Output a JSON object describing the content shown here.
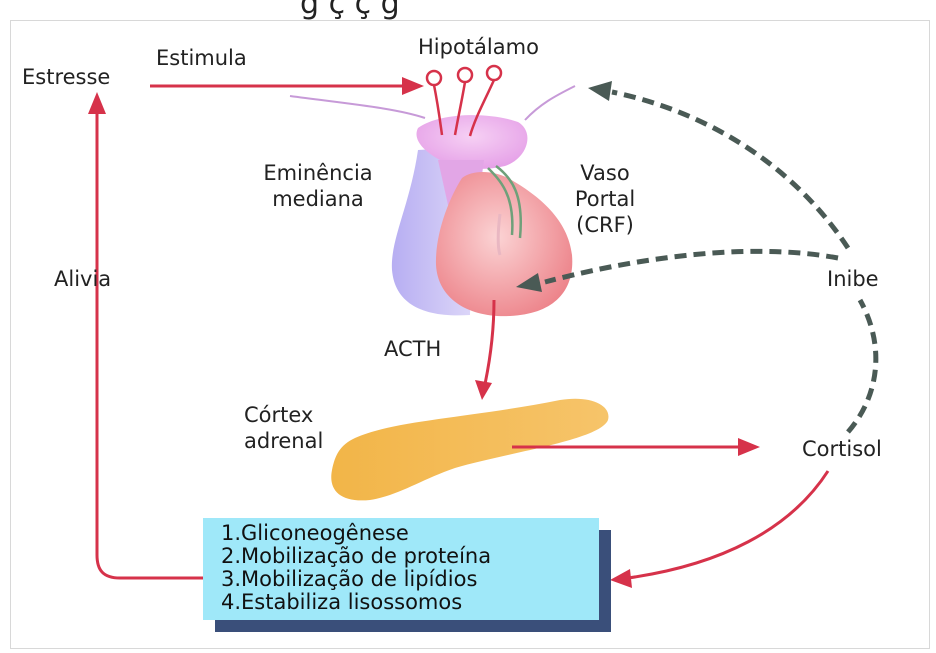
{
  "caption_partial": "g                                    ç                       ç          g",
  "labels": {
    "estresse": "Estresse",
    "estimula": "Estimula",
    "hipotalamo": "Hipotálamo",
    "eminencia_line1": "Eminência",
    "eminencia_line2": "mediana",
    "vaso_line1": "Vaso",
    "vaso_line2": "Portal",
    "vaso_line3": "(CRF)",
    "alivia": "Alivia",
    "inibe": "Inibe",
    "acth": "ACTH",
    "cortex_line1": "Córtex",
    "cortex_line2": "adrenal",
    "cortisol": "Cortisol"
  },
  "effects": [
    "1.Gliconeogênese",
    "2.Mobilização de proteína",
    "3.Mobilização de lipídios",
    "4.Estabiliza lisossomos"
  ],
  "colors": {
    "stimulatory_arrow": "#d6324a",
    "inhibitory_arrow": "#4a5a55",
    "hypothalamus": "#e9a8ec",
    "median_eminence": "#c9b8f0",
    "pituitary": "#f08c90",
    "adrenal_cortex": "#f0b348",
    "effects_box": "#9fe8f9",
    "effects_shadow": "#3a4f7a"
  }
}
